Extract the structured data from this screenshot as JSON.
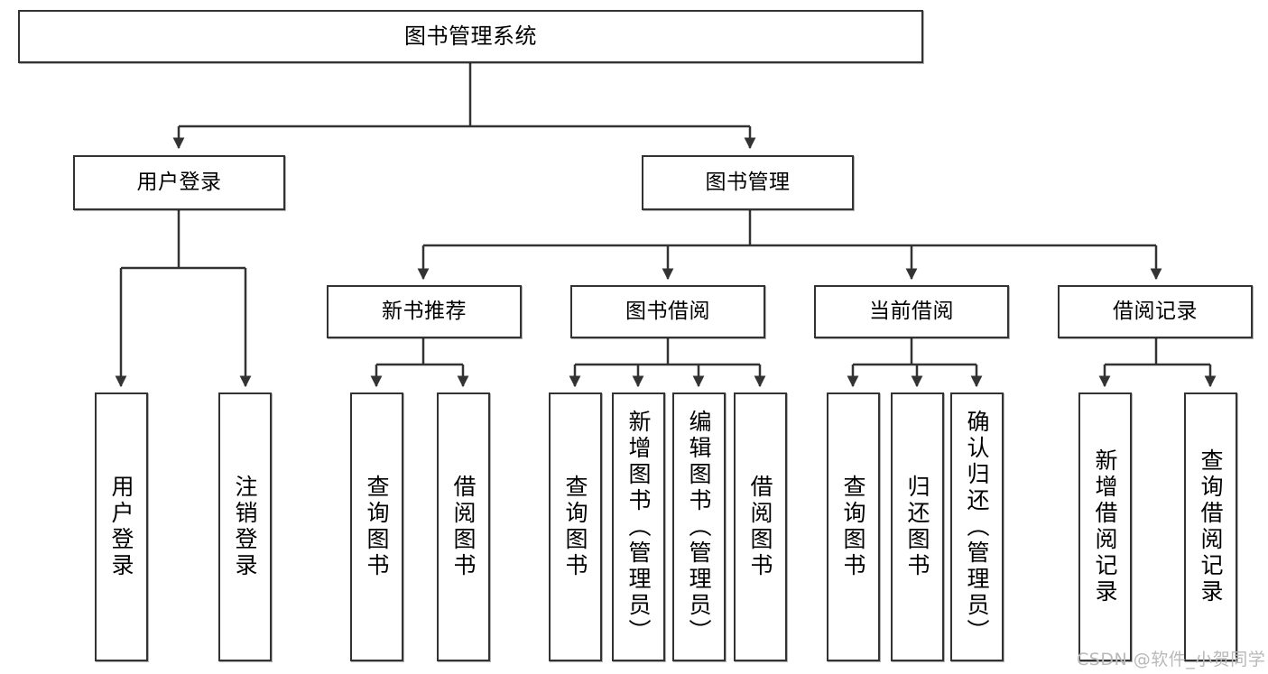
{
  "diagram": {
    "title": "图书管理系统",
    "type": "hierarchy-tree",
    "levels": 4,
    "root": {
      "label": "图书管理系统"
    },
    "level2": [
      {
        "label": "用户登录"
      },
      {
        "label": "图书管理"
      }
    ],
    "level3": [
      {
        "label": "新书推荐"
      },
      {
        "label": "图书借阅"
      },
      {
        "label": "当前借阅"
      },
      {
        "label": "借阅记录"
      }
    ],
    "leaves": [
      {
        "label": "用户登录"
      },
      {
        "label": "注销登录"
      },
      {
        "label": "查询图书"
      },
      {
        "label": "借阅图书"
      },
      {
        "label": "查询图书"
      },
      {
        "label": "新增图书（管理员）"
      },
      {
        "label": "编辑图书（管理员）"
      },
      {
        "label": "借阅图书"
      },
      {
        "label": "查询图书"
      },
      {
        "label": "归还图书"
      },
      {
        "label": "确认归还（管理员）"
      },
      {
        "label": "新增借阅记录"
      },
      {
        "label": "查询借阅记录"
      }
    ]
  },
  "watermark": {
    "text": "CSDN @软件_小贺同学"
  },
  "colors": {
    "stroke": "#333333",
    "background": "#ffffff",
    "text": "#000000",
    "watermark": "#b9b9b9"
  }
}
